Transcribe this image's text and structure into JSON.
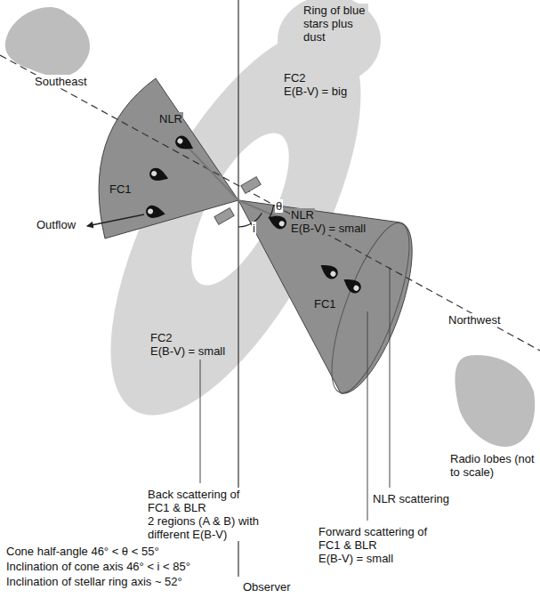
{
  "diagram": {
    "nodes": [
      {
        "text": [
          "Ring of blue stars plus dust",
          "FC2",
          "E(B-V) = big",
          "FC2",
          "E(B-V) = small"
        ]
      },
      {
        "text": [
          "NLR",
          "FC1"
        ]
      },
      {
        "text": [
          "NLR",
          "E(B-V) = small",
          "FC1"
        ]
      }
    ],
    "labels": [
      "Southeast",
      "Outflow",
      "Northwest",
      "Radio lobes (not to scale)",
      "θ",
      "i",
      "Back scattering of FC1 & BLR",
      "2 regions (A & B) with different E(B-V)",
      "NLR scattering",
      "Forward scattering of FC1 & BLR",
      "E(B-V) = small",
      "Cone half-angle 46° < θ < 55°",
      "Inclination of cone axis 46° < i < 85°",
      "Inclination of stellar ring axis ~ 52°",
      "Observer"
    ]
  }
}
